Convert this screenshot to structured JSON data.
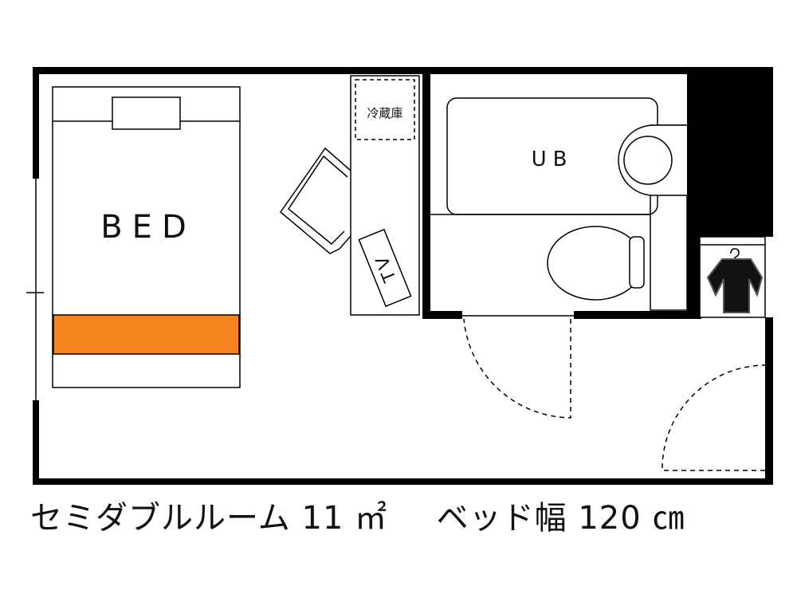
{
  "labels": {
    "bed": "BED",
    "unit_bath": "UB",
    "fridge": "冷蔵庫",
    "tv": "TV"
  },
  "caption": {
    "room_type": "セミダブルルーム",
    "area": "11",
    "area_unit": "㎡",
    "bed_width_label": "ベッド幅",
    "bed_width": "120",
    "bed_width_unit": "㎝"
  },
  "colors": {
    "wall": "#000000",
    "bed_accent": "#f5831f",
    "background": "#ffffff"
  },
  "icons": [
    "clothes-hanger-icon"
  ]
}
